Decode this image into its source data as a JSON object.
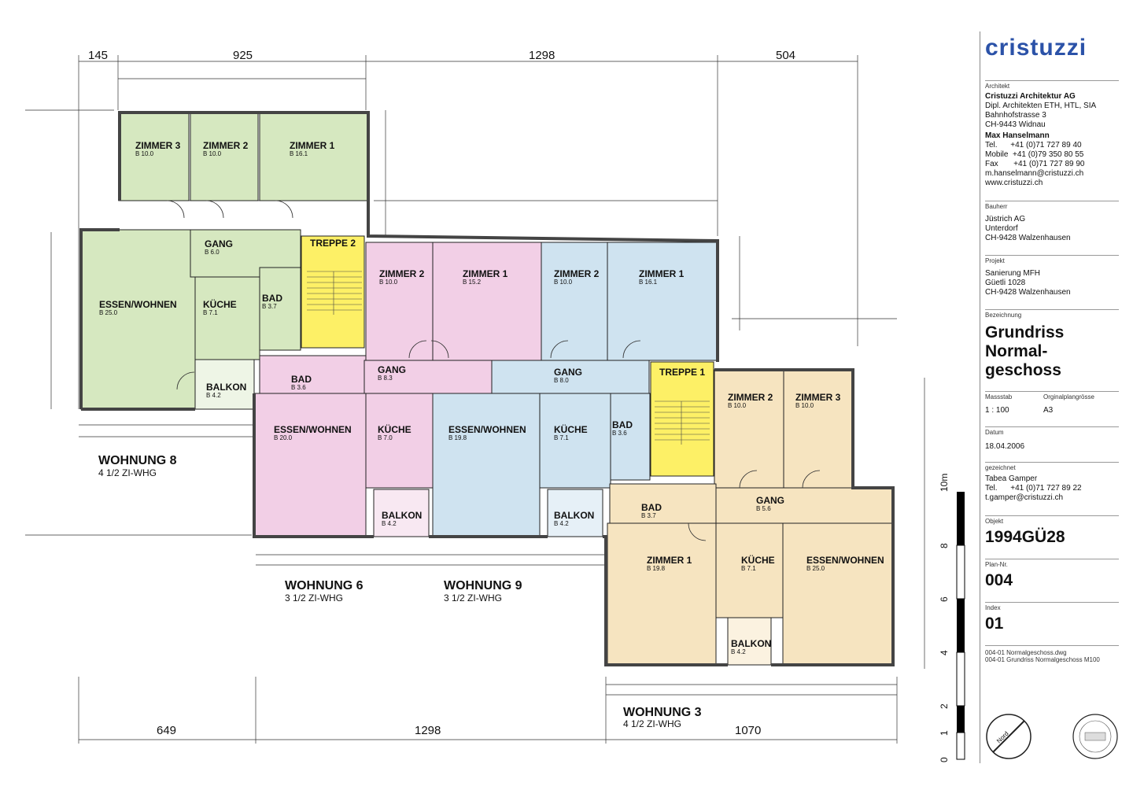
{
  "logo": "cristuzzi",
  "overall_dims": {
    "top": [
      "145",
      "925",
      "1298",
      "504"
    ],
    "bottom": [
      "649",
      "1298",
      "1070"
    ]
  },
  "apartments": [
    {
      "name": "WOHNUNG 8",
      "type": "4 1/2 ZI-WHG"
    },
    {
      "name": "WOHNUNG 6",
      "type": "3 1/2 ZI-WHG"
    },
    {
      "name": "WOHNUNG 9",
      "type": "3 1/2 ZI-WHG"
    },
    {
      "name": "WOHNUNG 3",
      "type": "4 1/2 ZI-WHG"
    }
  ],
  "rooms": [
    {
      "name": "ZIMMER 3",
      "area": "B 10.0"
    },
    {
      "name": "ZIMMER 2",
      "area": "B 10.0"
    },
    {
      "name": "ZIMMER 1",
      "area": "B 16.1"
    },
    {
      "name": "GANG",
      "area": "B 6.0"
    },
    {
      "name": "ESSEN/WOHNEN",
      "area": "B 25.0"
    },
    {
      "name": "KÜCHE",
      "area": "B 7.1"
    },
    {
      "name": "BAD",
      "area": "B 3.7"
    },
    {
      "name": "BALKON",
      "area": "B 4.2"
    },
    {
      "name": "TREPPE 2",
      "area": ""
    },
    {
      "name": "ZIMMER 2",
      "area": "B 10.0"
    },
    {
      "name": "ZIMMER 1",
      "area": "B 15.2"
    },
    {
      "name": "BAD",
      "area": "B 3.6"
    },
    {
      "name": "GANG",
      "area": "B 8.3"
    },
    {
      "name": "ESSEN/WOHNEN",
      "area": "B 20.0"
    },
    {
      "name": "KÜCHE",
      "area": "B 7.0"
    },
    {
      "name": "BALKON",
      "area": "B 4.2"
    },
    {
      "name": "ZIMMER 2",
      "area": "B 10.0"
    },
    {
      "name": "ZIMMER 1",
      "area": "B 16.1"
    },
    {
      "name": "GANG",
      "area": "B 8.0"
    },
    {
      "name": "ESSEN/WOHNEN",
      "area": "B 19.8"
    },
    {
      "name": "KÜCHE",
      "area": "B 7.1"
    },
    {
      "name": "BAD",
      "area": "B 3.6"
    },
    {
      "name": "BALKON",
      "area": "B 4.2"
    },
    {
      "name": "TREPPE 1",
      "area": ""
    },
    {
      "name": "ZIMMER 2",
      "area": "B 10.0"
    },
    {
      "name": "ZIMMER 3",
      "area": "B 10.0"
    },
    {
      "name": "GANG",
      "area": "B 5.6"
    },
    {
      "name": "BAD",
      "area": "B 3.7"
    },
    {
      "name": "ZIMMER 1",
      "area": "B 19.8"
    },
    {
      "name": "KÜCHE",
      "area": "B 7.1"
    },
    {
      "name": "ESSEN/WOHNEN",
      "area": "B 25.0"
    },
    {
      "name": "BALKON",
      "area": "B 4.2"
    }
  ],
  "scale_bar": {
    "labels": [
      "10m",
      "8",
      "6",
      "4",
      "2",
      "1",
      "0"
    ]
  },
  "title_block": {
    "architekt_label": "Architekt",
    "architekt_lines": [
      "Cristuzzi Architektur AG",
      "Dipl. Architekten ETH, HTL, SIA",
      "Bahnhofstrasse 3",
      "CH-9443 Widnau",
      "Max Hanselmann",
      "Tel.      +41 (0)71 727 89 40",
      "Mobile  +41 (0)79 350 80 55",
      "Fax       +41 (0)71 727 89 90",
      "m.hanselmann@cristuzzi.ch",
      "www.cristuzzi.ch"
    ],
    "bauherr_label": "Bauherr",
    "bauherr_lines": [
      "Jüstrich AG",
      "Unterdorf",
      "CH-9428 Walzenhausen"
    ],
    "projekt_label": "Projekt",
    "projekt_lines": [
      "Sanierung MFH",
      "Güetli 1028",
      "CH-9428 Walzenhausen"
    ],
    "bezeichnung_label": "Bezeichnung",
    "bezeichnung_lines": [
      "Grundriss",
      "Normal-",
      "geschoss"
    ],
    "massstab_label": "Massstab",
    "massstab": "1 : 100",
    "originalplangroesse_label": "Orginalplangrösse",
    "originalplangroesse": "A3",
    "datum_label": "Datum",
    "datum": "18.04.2006",
    "gezeichnet_label": "gezeichnet",
    "gezeichnet_lines": [
      "Tabea Gamper",
      "Tel.      +41 (0)71 727 89 22",
      "t.gamper@cristuzzi.ch"
    ],
    "objekt_label": "Objekt",
    "objekt": "1994GÜ28",
    "plan_nr_label": "Plan-Nr.",
    "plan_nr": "004",
    "index_label": "Index",
    "index": "01",
    "files": [
      "004-01 Normalgeschoss.dwg",
      "004-01 Grundriss Normalgeschoss M100"
    ],
    "north_label": "Nord"
  },
  "colors": {
    "green": "#d6e8c0",
    "pink": "#f2cfe6",
    "blue": "#cfe3f0",
    "yellow": "#fdf066",
    "beige": "#f6e4c0",
    "logo_blue": "#2b52a8"
  }
}
